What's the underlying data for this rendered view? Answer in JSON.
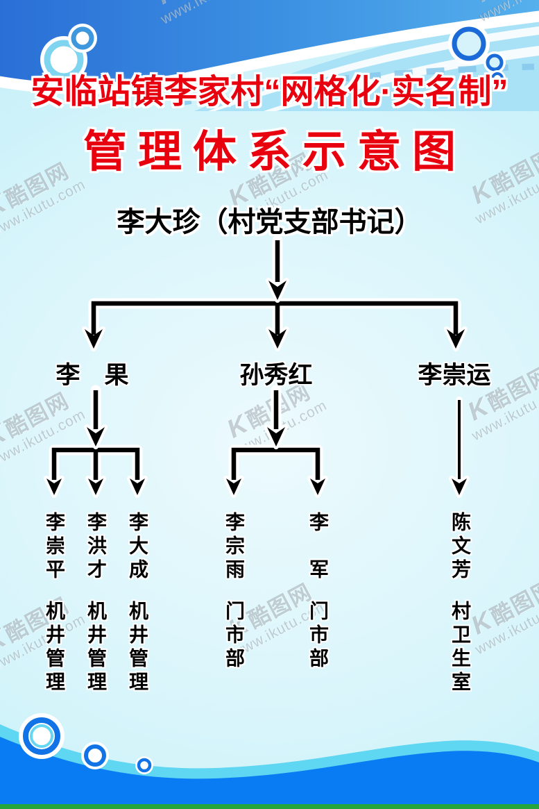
{
  "title": {
    "line1": "安临站镇李家村“网格化·实名制”",
    "line2": "管理体系示意图"
  },
  "root": {
    "label": "李大珍（村党支部书记）"
  },
  "branches": [
    {
      "label": "李　果",
      "children": [
        {
          "name": "李崇平",
          "role": "机井管理"
        },
        {
          "name": "李洪才",
          "role": "机井管理"
        },
        {
          "name": "李大成",
          "role": "机井管理"
        }
      ]
    },
    {
      "label": "孙秀红",
      "children": [
        {
          "name": "李宗雨",
          "role": "门市部"
        },
        {
          "name": "李　军",
          "role": "门市部"
        }
      ]
    },
    {
      "label": "李崇运",
      "children": [
        {
          "name": "陈文芳",
          "role": "村卫生室"
        }
      ]
    }
  ],
  "watermark": {
    "logo": "K",
    "brand": "酷图网",
    "url": "www.ikutu.com"
  },
  "colors": {
    "title_red": "#e8000f",
    "header_blue": "#2a6fd6",
    "body_cyan": "#bdedf7",
    "wave_cyan": "#5fd6f2",
    "wave_blue": "#0a7cf3",
    "footer_green": "#25a53c",
    "text_black": "#000000"
  }
}
